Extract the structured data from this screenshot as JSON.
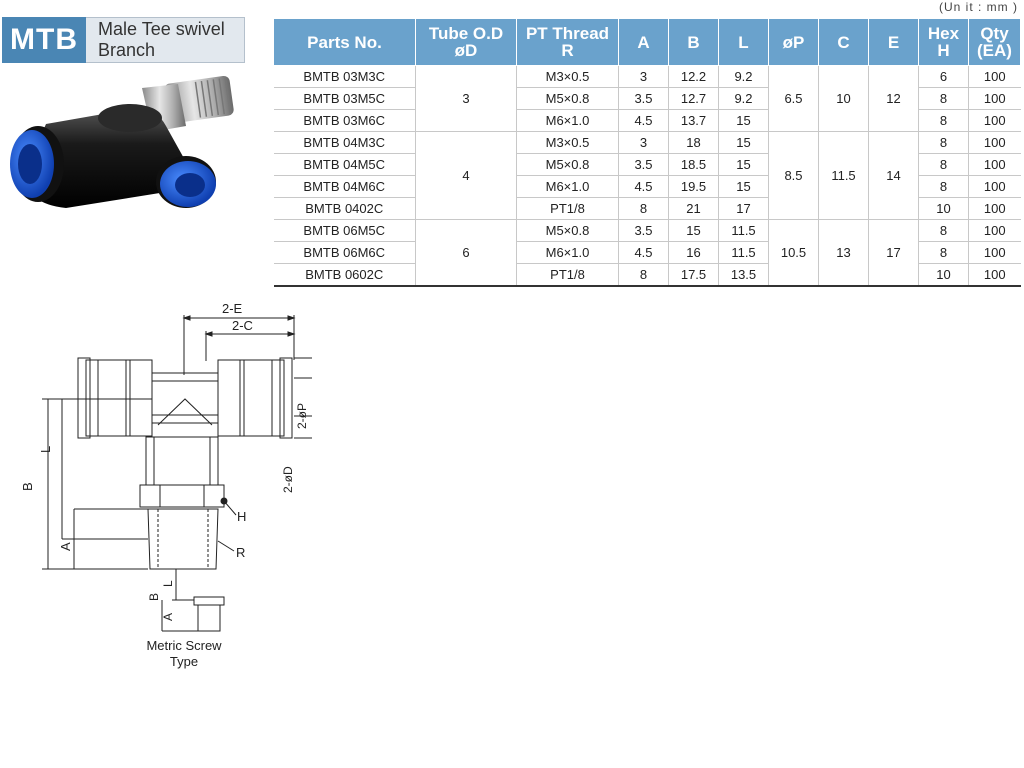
{
  "title": {
    "code": "MTB",
    "name": "Male  Tee swivel Branch"
  },
  "unit_note": "(Un it : mm )",
  "table": {
    "headers": {
      "parts_no": "Parts No.",
      "tube_od": "Tube O.D",
      "tube_od_sym": "øD",
      "pt_thread": "PT Thread",
      "pt_thread_sym": "R",
      "a": "A",
      "b": "B",
      "l": "L",
      "p": "øP",
      "c": "C",
      "e": "E",
      "hex": "Hex",
      "hex_sym": "H",
      "qty": "Qty",
      "qty_unit": "(EA)"
    },
    "rows": [
      {
        "part": "BMTB 03M3C",
        "thread": "M3×0.5",
        "a": "3",
        "b": "12.2",
        "l": "9.2",
        "h": "6",
        "qty": "100"
      },
      {
        "part": "BMTB 03M5C",
        "thread": "M5×0.8",
        "a": "3.5",
        "b": "12.7",
        "l": "9.2",
        "h": "8",
        "qty": "100"
      },
      {
        "part": "BMTB 03M6C",
        "thread": "M6×1.0",
        "a": "4.5",
        "b": "13.7",
        "l": "15",
        "h": "8",
        "qty": "100"
      },
      {
        "part": "BMTB 04M3C",
        "thread": "M3×0.5",
        "a": "3",
        "b": "18",
        "l": "15",
        "h": "8",
        "qty": "100"
      },
      {
        "part": "BMTB 04M5C",
        "thread": "M5×0.8",
        "a": "3.5",
        "b": "18.5",
        "l": "15",
        "h": "8",
        "qty": "100"
      },
      {
        "part": "BMTB 04M6C",
        "thread": "M6×1.0",
        "a": "4.5",
        "b": "19.5",
        "l": "15",
        "h": "8",
        "qty": "100"
      },
      {
        "part": "BMTB 0402C",
        "thread": "PT1/8",
        "a": "8",
        "b": "21",
        "l": "17",
        "h": "10",
        "qty": "100"
      },
      {
        "part": "BMTB 06M5C",
        "thread": "M5×0.8",
        "a": "3.5",
        "b": "15",
        "l": "11.5",
        "h": "8",
        "qty": "100"
      },
      {
        "part": "BMTB 06M6C",
        "thread": "M6×1.0",
        "a": "4.5",
        "b": "16",
        "l": "11.5",
        "h": "8",
        "qty": "100"
      },
      {
        "part": "BMTB 0602C",
        "thread": "PT1/8",
        "a": "8",
        "b": "17.5",
        "l": "13.5",
        "h": "10",
        "qty": "100"
      }
    ],
    "groups": [
      {
        "tube": "3",
        "p": "6.5",
        "c": "10",
        "e": "12"
      },
      {
        "tube": "4",
        "p": "8.5",
        "c": "11.5",
        "e": "14"
      },
      {
        "tube": "6",
        "p": "10.5",
        "c": "13",
        "e": "17"
      }
    ]
  },
  "drawing": {
    "labels": {
      "two_e": "2-E",
      "two_c": "2-C",
      "two_p": "2-øP",
      "two_d": "2-øD",
      "b": "B",
      "l": "L",
      "a": "A",
      "h": "H",
      "r": "R"
    },
    "caption_line1": "Metric Screw",
    "caption_line2": "Type"
  },
  "colors": {
    "header_bg": "#6aa2cc",
    "badge_bg": "#4a86b4",
    "photo_blue": "#1f5fd6"
  }
}
